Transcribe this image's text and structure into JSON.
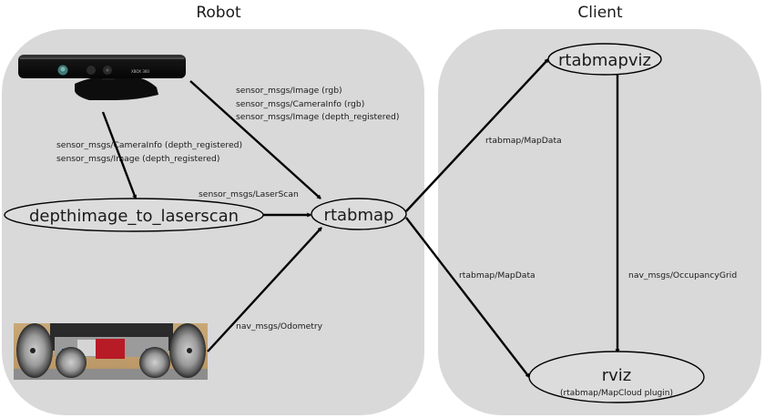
{
  "colors": {
    "panel_fill": "#d9d9d9",
    "background": "#ffffff",
    "line": "#000000",
    "text": "#1a1a1a"
  },
  "sections": {
    "robot": {
      "title": "Robot"
    },
    "client": {
      "title": "Client"
    }
  },
  "devices": {
    "kinect": {
      "label": "Kinect sensor (XBOX 360)",
      "brand_text": "XBOX 360"
    },
    "robot_base": {
      "label": "Mobile robot base"
    }
  },
  "nodes": {
    "depthimage_to_laserscan": {
      "label": "depthimage_to_laserscan"
    },
    "rtabmap": {
      "label": "rtabmap"
    },
    "rtabmapviz": {
      "label": "rtabmapviz"
    },
    "rviz": {
      "label": "rviz",
      "sublabel": "(rtabmap/MapCloud plugin)"
    }
  },
  "edges": {
    "kinect_to_rtabmap": {
      "labels": [
        "sensor_msgs/Image (rgb)",
        "sensor_msgs/CameraInfo (rgb)",
        "sensor_msgs/Image (depth_registered)"
      ]
    },
    "kinect_to_depthimage": {
      "labels": [
        "sensor_msgs/CameraInfo (depth_registered)",
        "sensor_msgs/Image (depth_registered)"
      ]
    },
    "depthimage_to_rtabmap": {
      "labels": [
        "sensor_msgs/LaserScan"
      ]
    },
    "base_to_rtabmap": {
      "labels": [
        "nav_msgs/Odometry"
      ]
    },
    "rtabmap_to_rtabmapviz": {
      "labels": [
        "rtabmap/MapData"
      ]
    },
    "rtabmap_to_rviz": {
      "labels": [
        "rtabmap/MapData"
      ]
    },
    "rtabmapviz_to_rviz": {
      "labels": [
        "nav_msgs/OccupancyGrid"
      ]
    }
  }
}
